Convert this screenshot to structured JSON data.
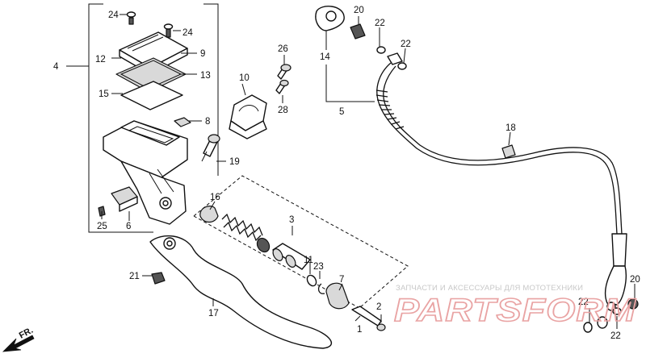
{
  "diagram": {
    "labels": {
      "p1": "1",
      "p2": "2",
      "p3": "3",
      "p4": "4",
      "p5": "5",
      "p6": "6",
      "p7": "7",
      "p8": "8",
      "p9": "9",
      "p10": "10",
      "p11": "11",
      "p12": "12",
      "p13": "13",
      "p14": "14",
      "p15": "15",
      "p16": "16",
      "p17": "17",
      "p18": "18",
      "p19": "19",
      "p20a": "20",
      "p20b": "20",
      "p21": "21",
      "p22a": "22",
      "p22b": "22",
      "p22c": "22",
      "p22d": "22",
      "p23": "23",
      "p24a": "24",
      "p24b": "24",
      "p25": "25",
      "p26": "26",
      "p28": "28"
    },
    "direction": "FR."
  },
  "watermark": {
    "caption": "ЗАПЧАСТИ И АКСЕССУАРЫ ДЛЯ МОТОТЕХНИКИ",
    "brand": "PARTSFORM"
  },
  "colors": {
    "line": "#111111",
    "watermark_caption": "#c8c8c8",
    "watermark_brand": "#e9a3a3"
  }
}
